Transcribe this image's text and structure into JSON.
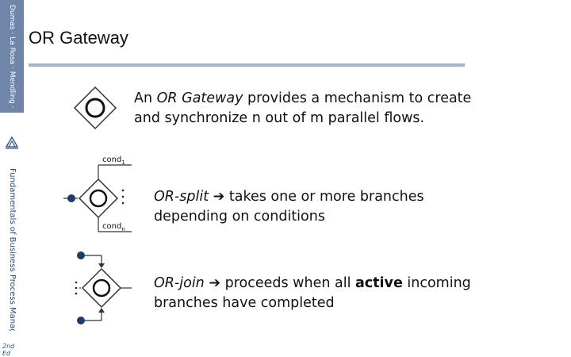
{
  "sidebar": {
    "series_text": "Dumas · La Rosa · Mendling · Reijers",
    "book_text": "Fundamentals of Business Process Management",
    "edition_text": "2nd Ed"
  },
  "slide": {
    "title": "OR Gateway",
    "intro": {
      "before": "An ",
      "em": "OR Gateway",
      "after": " provides a mechanism to create and synchronize n out of m parallel flows."
    },
    "split": {
      "em": "OR-split",
      "arrow": "➔",
      "after": " takes one or more branches depending on conditions"
    },
    "join": {
      "em": "OR-join",
      "arrow": "➔",
      "middle": " proceeds when all ",
      "strong": "active",
      "after": " incoming branches have completed"
    },
    "diagram": {
      "cond_1_base": "cond",
      "cond_1_sub": "1",
      "cond_n_base": "cond",
      "cond_n_sub": "n"
    }
  }
}
